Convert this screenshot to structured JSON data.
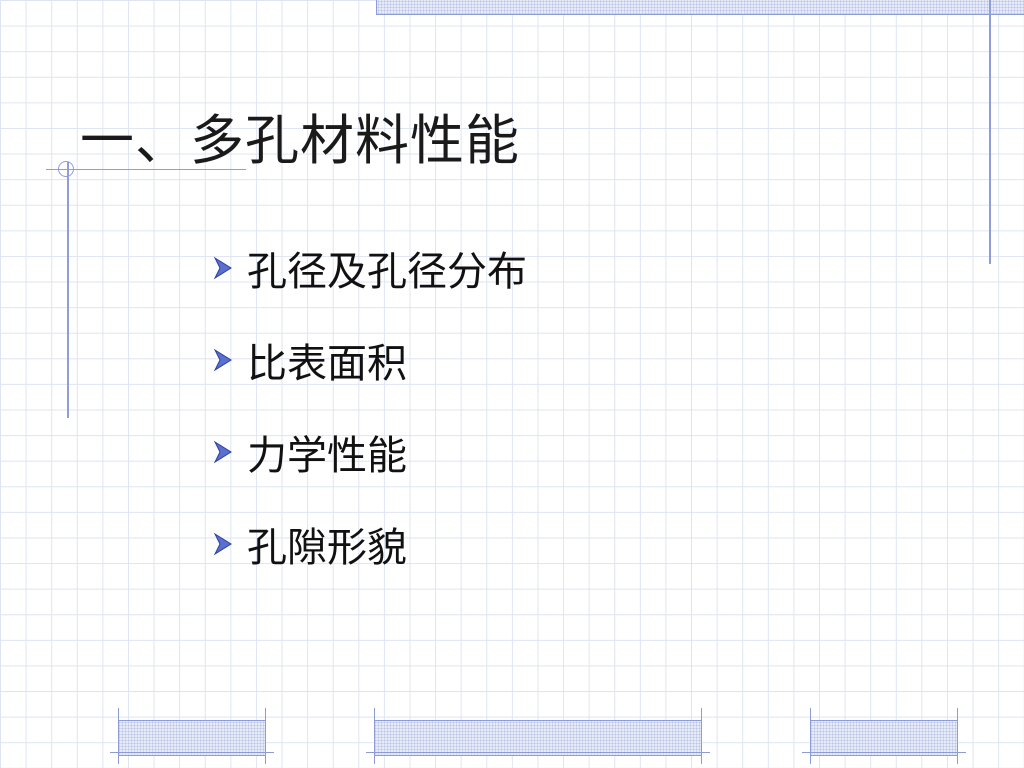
{
  "slide": {
    "title": "一、多孔材料性能",
    "bullets": [
      {
        "text": "孔径及孔径分布",
        "icon": "arrow-bullet-icon"
      },
      {
        "text": "比表面积",
        "icon": "arrow-bullet-icon"
      },
      {
        "text": "力学性能",
        "icon": "arrow-bullet-icon"
      },
      {
        "text": "孔隙形貌",
        "icon": "arrow-bullet-icon"
      }
    ]
  },
  "theme": {
    "background": "#ffffff",
    "grid_line": "#dfe4f2",
    "accent_line": "#8f9ddb",
    "arrow_blue": "#4a5fc7",
    "text": "#111111"
  }
}
